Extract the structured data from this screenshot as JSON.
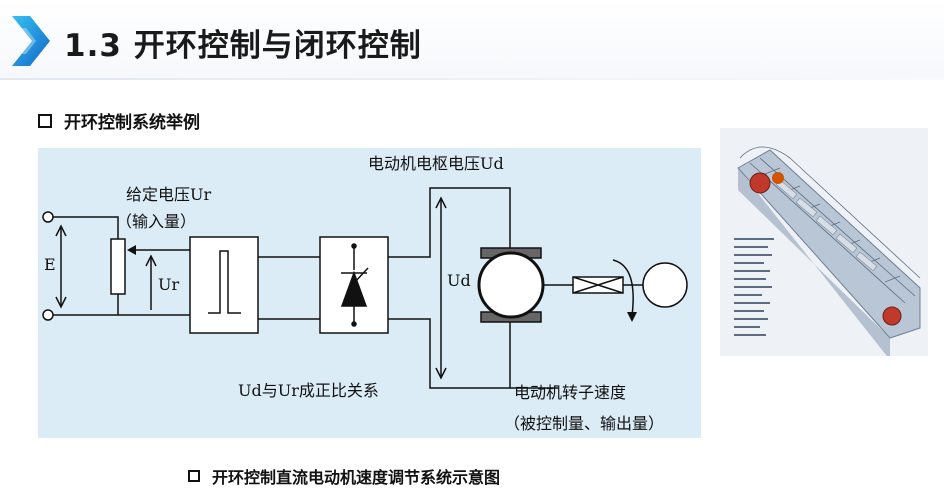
{
  "header": {
    "title": "1.3 开环控制与闭环控制"
  },
  "section": {
    "title": "开环控制系统举例"
  },
  "diagram": {
    "label_given_voltage": "给定电压Ur",
    "label_input_quantity": "（输入量）",
    "label_E": "E",
    "label_Ur": "Ur",
    "label_armature_voltage": "电动机电枢电压Ud",
    "label_Ud": "Ud",
    "label_proportional": "Ud与Ur成正比关系",
    "label_rotor_speed": "电动机转子速度",
    "label_controlled_output": "（被控制量、输出量）"
  },
  "caption": {
    "text": "开环控制直流电动机速度调节系统示意图"
  },
  "colors": {
    "accent": "#1a8fd6",
    "diagram_bg": "#dcecf7"
  }
}
